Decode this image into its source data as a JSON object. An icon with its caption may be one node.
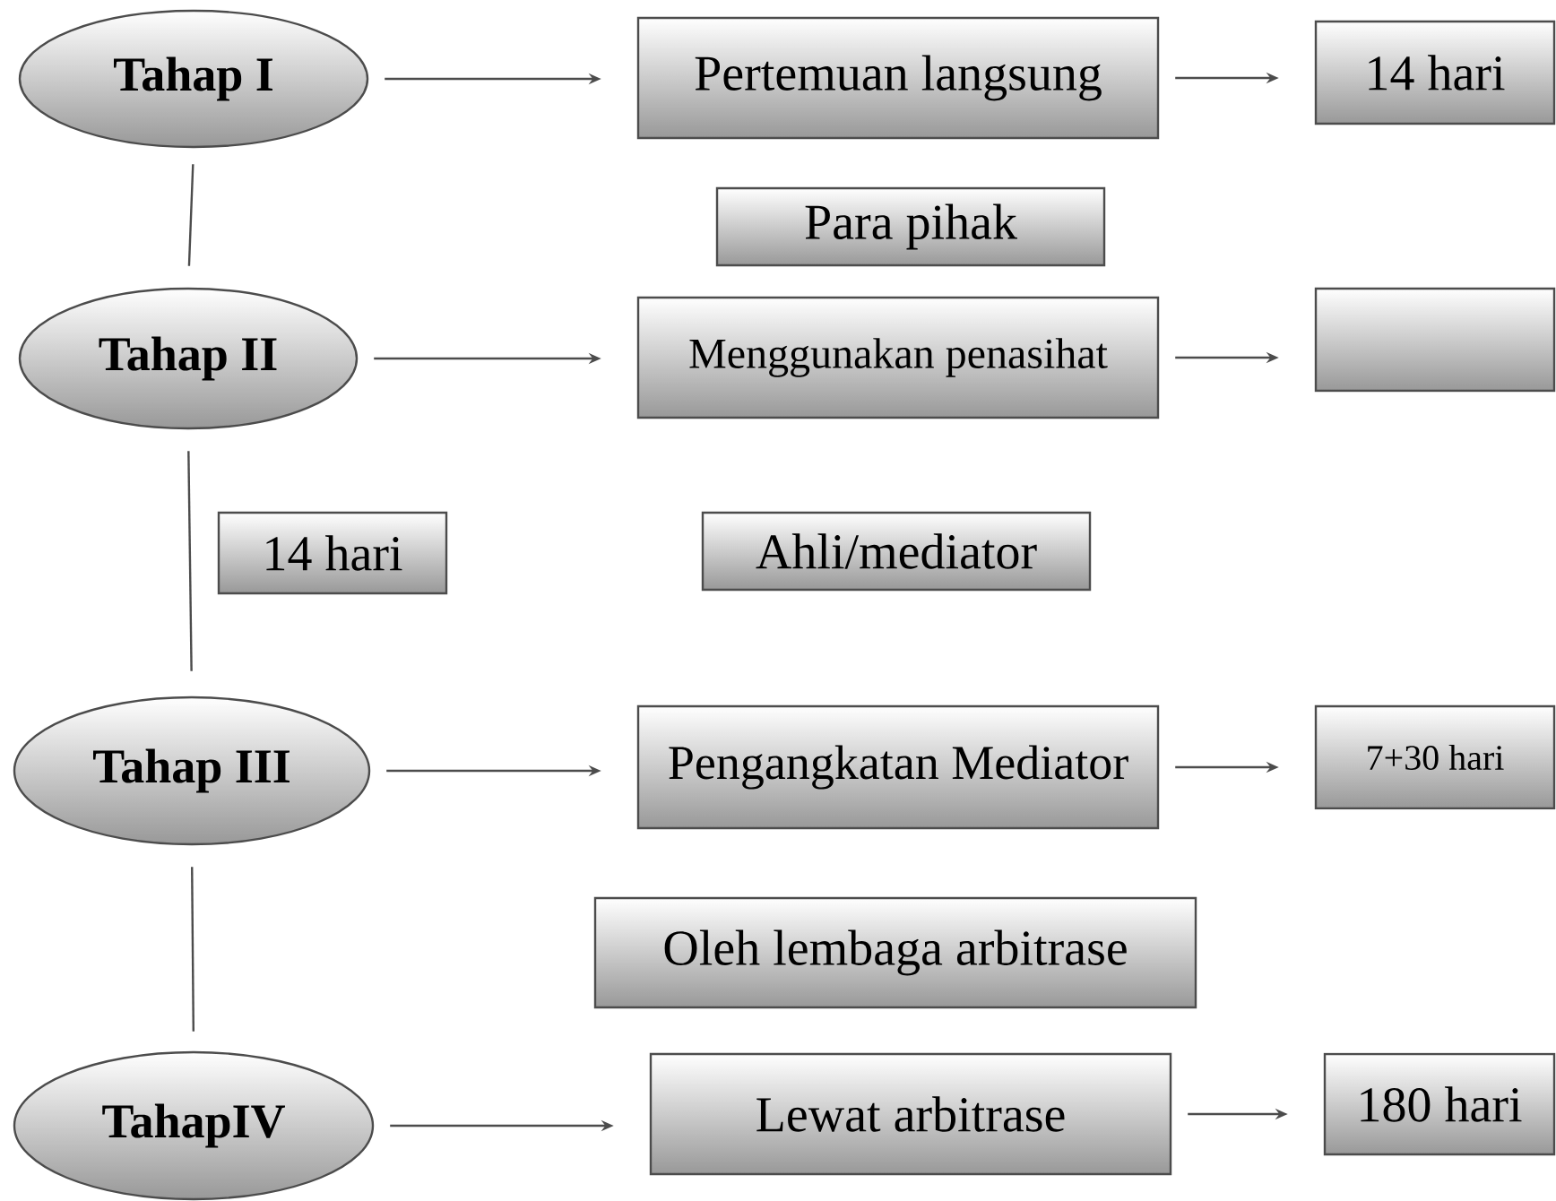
{
  "diagram": {
    "nodes": [
      {
        "text": [
          "Tahap I"
        ]
      },
      {
        "text": [
          "Pertemuan langsung"
        ]
      },
      {
        "text": [
          "14 hari"
        ]
      },
      {
        "text": [
          "Para pihak"
        ]
      },
      {
        "text": [
          "Tahap II"
        ]
      },
      {
        "text": [
          "Menggunakan penasihat"
        ]
      },
      {
        "text": [],
        "shape": "box"
      },
      {
        "text": [
          "14 hari"
        ]
      },
      {
        "text": [
          "Ahli/mediator"
        ]
      },
      {
        "text": [
          "Tahap III"
        ]
      },
      {
        "text": [
          "Pengangkatan Mediator"
        ]
      },
      {
        "text": [
          "7+30 hari"
        ]
      },
      {
        "text": [
          "Oleh lembaga arbitrase"
        ]
      },
      {
        "text": [
          "TahapIV"
        ]
      },
      {
        "text": [
          "Lewat arbitrase"
        ]
      },
      {
        "text": [
          "180 hari"
        ]
      }
    ],
    "edges": [
      {
        "from": 0,
        "to": 1,
        "arrow": "to"
      },
      {
        "from": 1,
        "to": 2,
        "arrow": "to"
      },
      {
        "from": 0,
        "to": 4,
        "arrow": "none"
      },
      {
        "from": 4,
        "to": 5,
        "arrow": "to"
      },
      {
        "from": 5,
        "to": 6,
        "arrow": "to"
      },
      {
        "from": 4,
        "to": 9,
        "arrow": "none"
      },
      {
        "from": 9,
        "to": 10,
        "arrow": "to"
      },
      {
        "from": 10,
        "to": 11,
        "arrow": "to"
      },
      {
        "from": 9,
        "to": 13,
        "arrow": "none"
      },
      {
        "from": 13,
        "to": 14,
        "arrow": "to"
      },
      {
        "from": 14,
        "to": 15,
        "arrow": "to"
      }
    ]
  }
}
